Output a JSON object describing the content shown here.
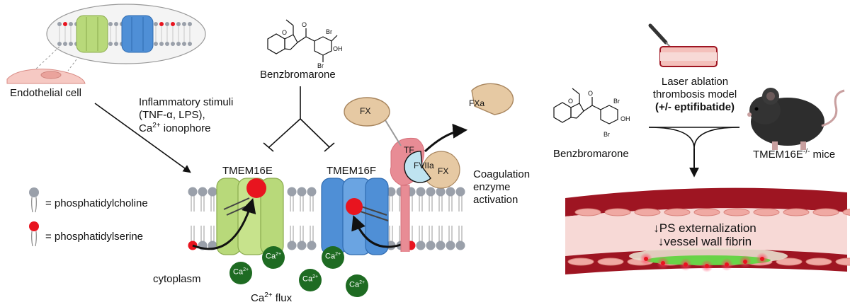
{
  "labels": {
    "endothelial_cell": "Endothelial cell",
    "stimuli_line1": "Inflammatory stimuli",
    "stimuli_line2": "(TNF-α, LPS),",
    "stimuli_line3_ca": "Ca",
    "stimuli_line3_sup": "2+",
    "stimuli_line3_rest": " ionophore",
    "benzbromarone_top": "Benzbromarone",
    "tmem16e": "TMEM16E",
    "tmem16f": "TMEM16F",
    "fx": "FX",
    "fxa": "FXa",
    "tf": "TF",
    "fviia": "FVIIa",
    "fx_bound": "FX",
    "coag_line1": "Coagulation",
    "coag_line2": "enzyme",
    "coag_line3": "activation",
    "legend_pc": "= phosphatidylcholine",
    "legend_ps": "= phosphatidylserine",
    "cytoplasm": "cytoplasm",
    "ca_ion": "Ca",
    "ca_ion_sup": "2+",
    "ca_flux": "Ca",
    "ca_flux_sup": "2+",
    "ca_flux_rest": " flux",
    "laser_line1": "Laser ablation",
    "laser_line2": "thrombosis model",
    "laser_line3": "(+/- eptifibatide)",
    "benzbromarone_right": "Benzbromarone",
    "mice_prefix": "TMEM16E",
    "mice_sup": "-/-",
    "mice_suffix": " mice",
    "result_line1": "↓PS externalization",
    "result_line2": "↓vessel wall fibrin"
  },
  "molecule": {
    "o_atom": "O",
    "carbonyl_o": "O",
    "br_top": "Br",
    "br_bottom": "Br",
    "oh": "OH"
  },
  "colors": {
    "pc_lipid": "#9aa0aa",
    "ps_lipid": "#e8141f",
    "tmem16e": "#b8d97a",
    "tmem16f": "#4f8fd6",
    "calcium": "#1e6b22",
    "factor": "#e6c9a3",
    "tf_pink": "#e88c95",
    "fviia": "#bfe3f0",
    "vessel_wall": "#9e1522",
    "vessel_lumen": "#f7d9d6",
    "fibrin": "#5bd43a"
  }
}
